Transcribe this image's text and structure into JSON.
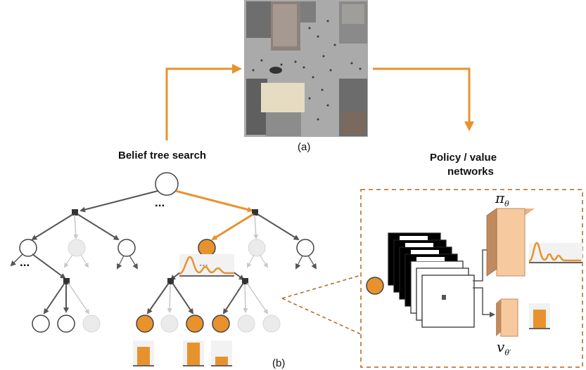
{
  "labels": {
    "belief_tree_search": "Belief tree search",
    "policy_value_line1": "Policy / value",
    "policy_value_line2": "networks",
    "caption_a": "(a)",
    "caption_b": "(b)",
    "ellipsis_top": "...",
    "ellipsis_left": "...",
    "ellipsis_mid": "...",
    "policy_symbol": "π",
    "policy_subscript": "θ",
    "value_symbol": "v",
    "value_subscript": "θ′"
  },
  "colors": {
    "accent": "#E8922E",
    "node_fill_active": "#E8922E",
    "node_fill_faded": "#EBEBEB",
    "edge_dark": "#555555",
    "edge_faded": "#C8C8C8",
    "dashed_box": "#B5651D",
    "policy_block_front": "#F7C99F",
    "policy_block_side": "#C08A5E"
  },
  "icons": {
    "scene": "city-crowd-aerial-image",
    "policy_net": "cnn-block-icon",
    "value_net": "cnn-block-icon"
  }
}
